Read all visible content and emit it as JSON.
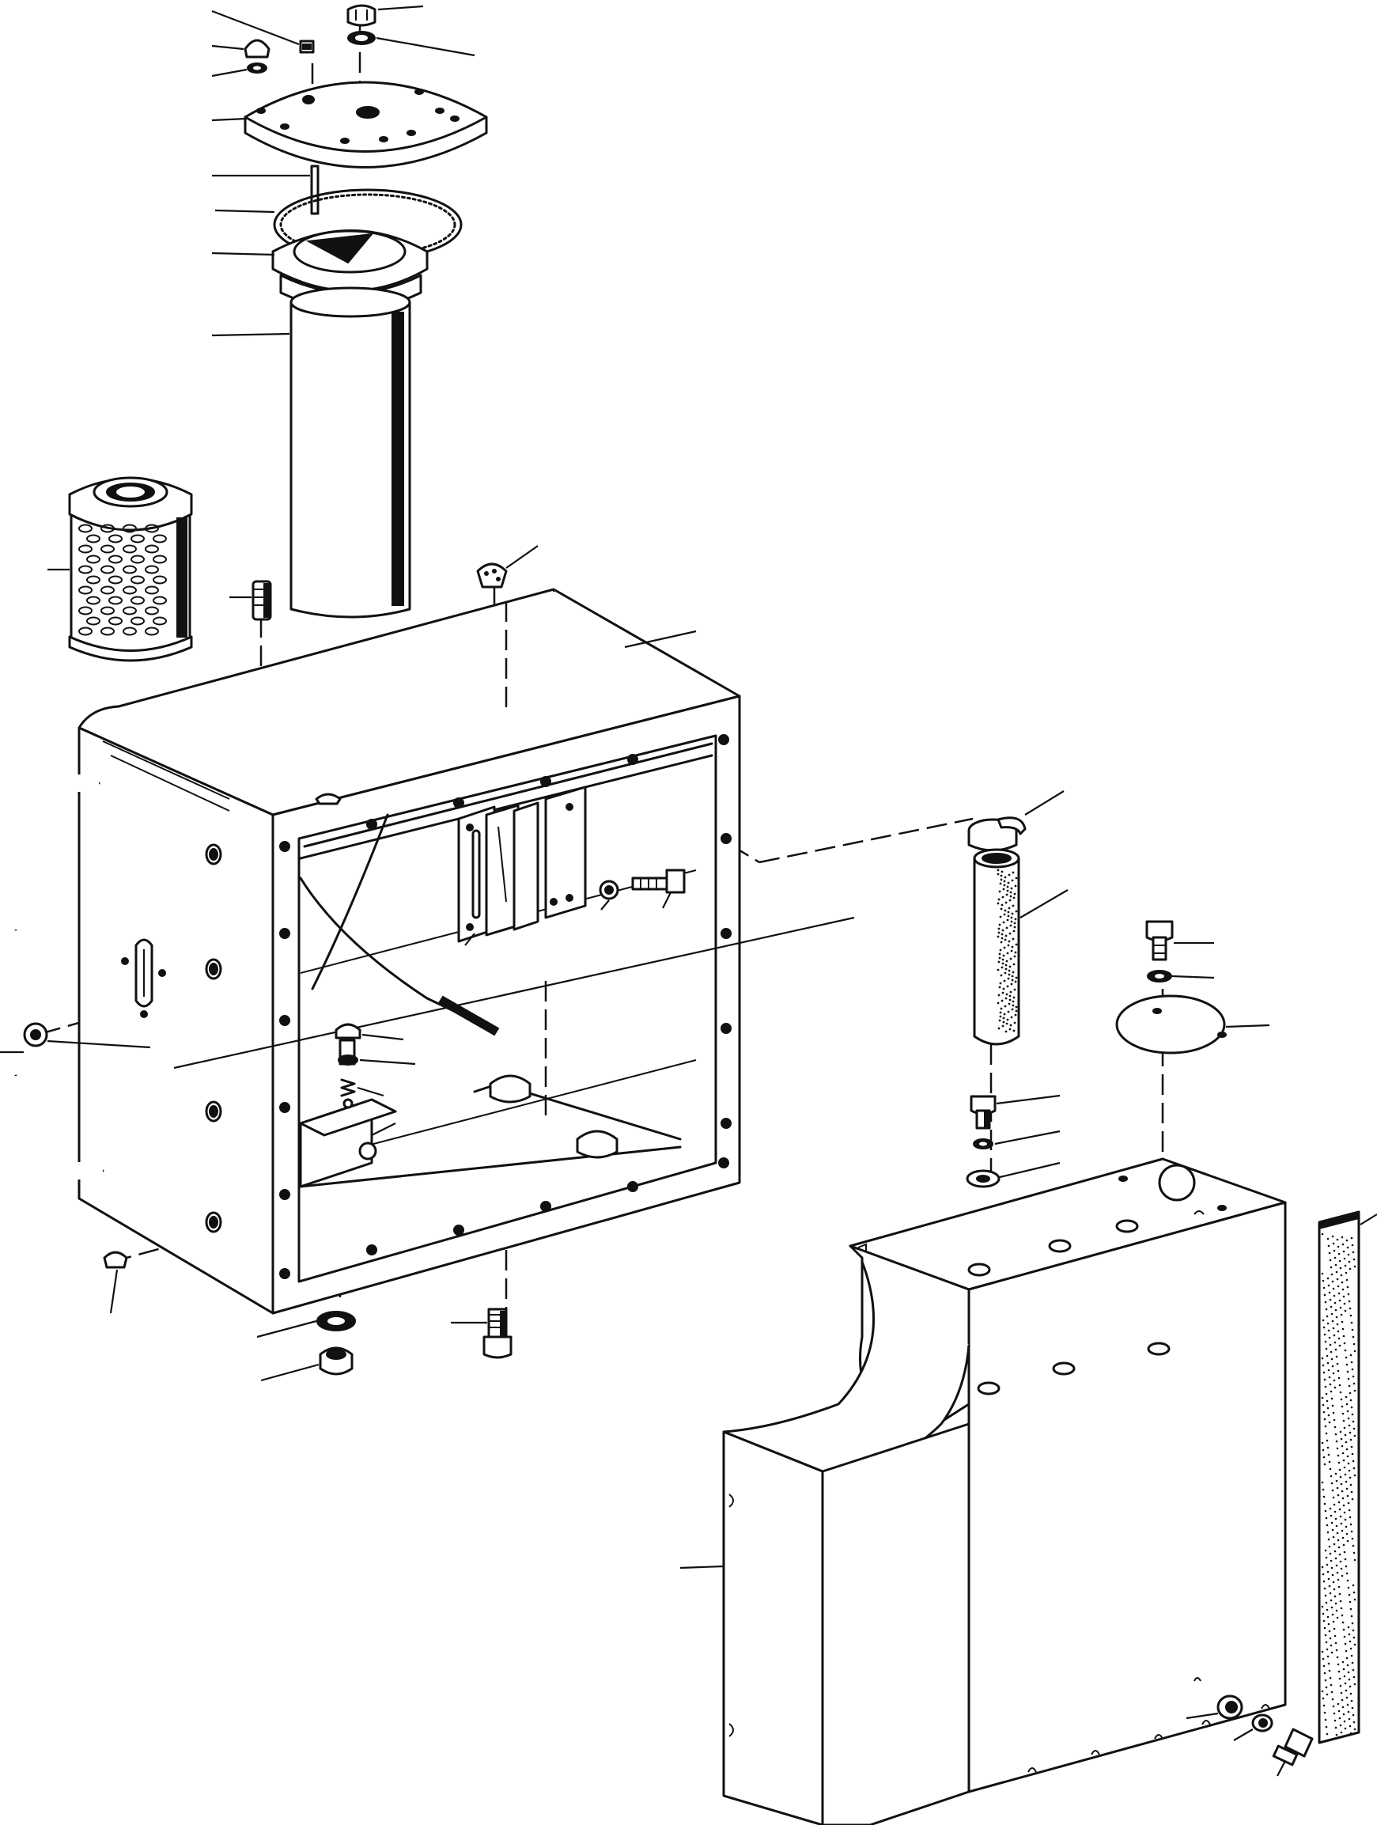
{
  "figure": {
    "kind": "exploded parts diagram",
    "text_labels": [],
    "ink_color": "#111111",
    "paper_color": "#ffffff"
  },
  "parts": [
    {
      "id": "cap-top",
      "icon": "cap-screw-icon"
    },
    {
      "id": "cap-washer",
      "icon": "washer-icon"
    },
    {
      "id": "small-plug",
      "icon": "plug-icon"
    },
    {
      "id": "small-washer",
      "icon": "washer-icon"
    },
    {
      "id": "lock-clip",
      "icon": "clip-icon"
    },
    {
      "id": "top-cover-plate",
      "icon": "cover-plate-icon"
    },
    {
      "id": "pin",
      "icon": "pin-icon"
    },
    {
      "id": "gasket-ring",
      "icon": "gasket-icon"
    },
    {
      "id": "flange-collar",
      "icon": "collar-icon"
    },
    {
      "id": "filter-tube",
      "icon": "tube-icon"
    },
    {
      "id": "filter-element",
      "icon": "filter-element-icon"
    },
    {
      "id": "threaded-stud",
      "icon": "stud-icon"
    },
    {
      "id": "breather-cap",
      "icon": "breather-icon"
    },
    {
      "id": "tank-housing",
      "icon": "tank-icon"
    },
    {
      "id": "handle-upper",
      "icon": "handle-icon"
    },
    {
      "id": "handle-lower",
      "icon": "handle-icon"
    },
    {
      "id": "sight-gauge",
      "icon": "sight-glass-icon"
    },
    {
      "id": "baffle-plates",
      "icon": "baffle-icon"
    },
    {
      "id": "side-bolt",
      "icon": "bolt-icon"
    },
    {
      "id": "drain-plug",
      "icon": "drain-plug-icon"
    },
    {
      "id": "hose-clamp",
      "icon": "clamp-icon"
    },
    {
      "id": "hose",
      "icon": "hose-icon"
    },
    {
      "id": "cover-bolt",
      "icon": "bolt-icon"
    },
    {
      "id": "cover-washer",
      "icon": "washer-icon"
    },
    {
      "id": "round-cover",
      "icon": "disc-icon"
    },
    {
      "id": "guard-shroud",
      "icon": "shroud-icon"
    },
    {
      "id": "foam-strip",
      "icon": "foam-strip-icon"
    }
  ]
}
